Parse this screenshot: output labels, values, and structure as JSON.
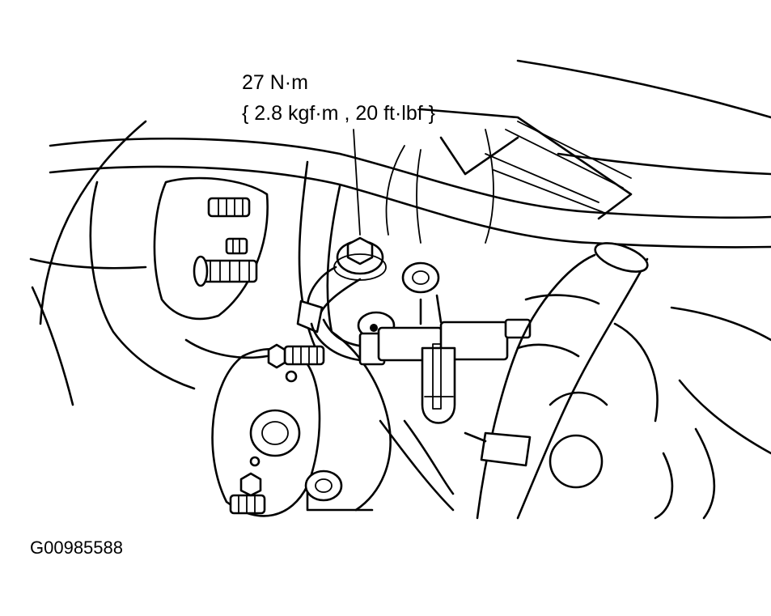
{
  "torque": {
    "value_nm": "27 N·m",
    "value_alt": "{ 2.8 kgf·m , 20 ft·lbf }"
  },
  "figure_id": "G00985588",
  "icons": [
    "bolt-icon",
    "stud-icon",
    "sensor-icon",
    "hose-icon"
  ],
  "colors": {
    "line": "#000000",
    "background": "#ffffff"
  }
}
